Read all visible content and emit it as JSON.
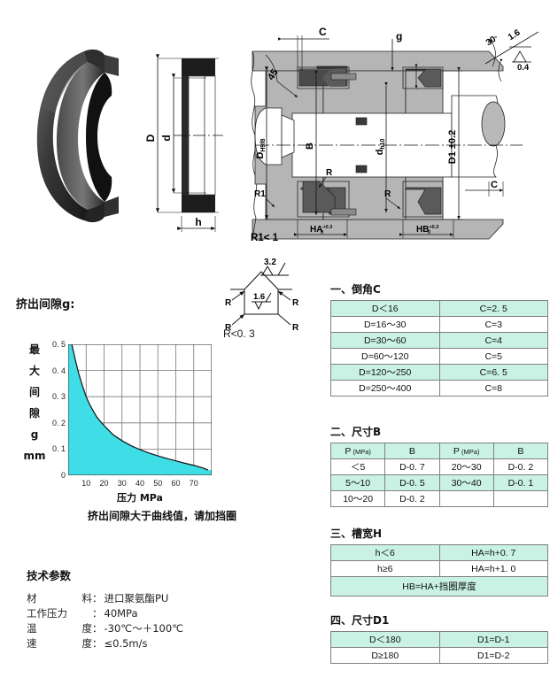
{
  "drawing": {
    "section_labels": {
      "D": "D",
      "d": "d",
      "h": "h",
      "C_top": "C",
      "C_right": "C",
      "g": "g",
      "angle45": "45",
      "angle30": "30",
      "deg": "°",
      "rough_16": "1.6",
      "rough_04": "0.4",
      "rough_32": "3.2",
      "D_H9f8": "D",
      "D_H9f8_sub": "H9f8",
      "B": "B",
      "d_h10": "d",
      "d_h10_sub": "h10",
      "D1": "D1 ±0.2",
      "R_left": "R",
      "R_right": "R",
      "R1": "R1",
      "HA": "HA",
      "HA_tol_up": "+0.3",
      "HA_tol_dn": "0",
      "HB": "HB",
      "HB_tol_up": "+0.3",
      "HB_tol_dn": "0",
      "R1_note": "R1< 1"
    },
    "detail": {
      "rough_top": "3.2",
      "rough_inner": "1.6",
      "R_tl": "R",
      "R_tr": "R",
      "R_bl": "R",
      "R_br": "R",
      "note": "R<0. 3"
    }
  },
  "chart_block": {
    "title": "挤出间隙g:",
    "caption": "挤出间隙大于曲线值，请加挡圈",
    "y_axis_label_chars": [
      "最",
      "大",
      "间",
      "隙",
      "g",
      "mm"
    ]
  },
  "chart_data": {
    "type": "area",
    "title": "挤出间隙g:",
    "xlabel": "压力 MPa",
    "ylabel": "最大间隙 g mm",
    "xlim": [
      0,
      80
    ],
    "ylim": [
      0,
      0.5
    ],
    "xticks": [
      10,
      20,
      30,
      40,
      50,
      60,
      70
    ],
    "yticks": [
      0,
      0.1,
      0.2,
      0.3,
      0.4,
      0.5
    ],
    "grid": true,
    "legend": "none",
    "fill_color": "#3fdde6",
    "line_color": "#1a1a1a",
    "series": [
      {
        "name": "最大间隙 g",
        "x": [
          2,
          4,
          6,
          8,
          10,
          12,
          14,
          16,
          18,
          20,
          25,
          30,
          35,
          40,
          45,
          50,
          55,
          60,
          65,
          70,
          75,
          78
        ],
        "y": [
          0.5,
          0.44,
          0.385,
          0.34,
          0.3,
          0.27,
          0.245,
          0.222,
          0.205,
          0.19,
          0.155,
          0.132,
          0.113,
          0.098,
          0.085,
          0.074,
          0.064,
          0.055,
          0.046,
          0.038,
          0.028,
          0.02
        ]
      }
    ]
  },
  "tech": {
    "title": "技术参数",
    "rows": [
      {
        "k1": "材",
        "k2": "料",
        "sep": "：",
        "v": "进口聚氨酯PU"
      },
      {
        "k1": "工作压力",
        "k2": "",
        "sep": "：",
        "v": "40MPa"
      },
      {
        "k1": "温",
        "k2": "度",
        "sep": "：",
        "v": "-30℃～＋100℃"
      },
      {
        "k1": "速",
        "k2": "度",
        "sep": "：",
        "v": "≤0.5m/s"
      }
    ]
  },
  "tables": {
    "t1": {
      "title": "一、倒角C",
      "rows": [
        {
          "c1": "D＜16",
          "c2": "C=2. 5",
          "hl": true
        },
        {
          "c1": "D=16～30",
          "c2": "C=3",
          "hl": false
        },
        {
          "c1": "D=30～60",
          "c2": "C=4",
          "hl": true
        },
        {
          "c1": "D=60～120",
          "c2": "C=5",
          "hl": false
        },
        {
          "c1": "D=120～250",
          "c2": "C=6. 5",
          "hl": true
        },
        {
          "c1": "D=250～400",
          "c2": "C=8",
          "hl": false
        }
      ]
    },
    "t2": {
      "title": "二、尺寸B",
      "header": {
        "h1": "P",
        "h1u": "(MPa)",
        "h2": "B",
        "h3": "P",
        "h3u": "(MPa)",
        "h4": "B"
      },
      "rows": [
        {
          "c1": "＜5",
          "c2": "D-0. 7",
          "c3": "20～30",
          "c4": "D-0. 2",
          "hl": false
        },
        {
          "c1": "5～10",
          "c2": "D-0. 5",
          "c3": "30～40",
          "c4": "D-0. 1",
          "hl": true
        },
        {
          "c1": "10～20",
          "c2": "D-0. 2",
          "c3": "",
          "c4": "",
          "hl": false
        }
      ]
    },
    "t3": {
      "title": "三、槽宽H",
      "rows": [
        {
          "c1": "h＜6",
          "c2": "HA=h+0. 7",
          "hl": true
        },
        {
          "c1": "h≥6",
          "c2": "HA=h+1. 0",
          "hl": false
        }
      ],
      "footer": "HB=HA+挡圈厚度"
    },
    "t4": {
      "title": "四、尺寸D1",
      "rows": [
        {
          "c1": "D＜180",
          "c2": "D1=D-1",
          "hl": true
        },
        {
          "c1": "D≥180",
          "c2": "D1=D-2",
          "hl": false
        }
      ]
    }
  }
}
